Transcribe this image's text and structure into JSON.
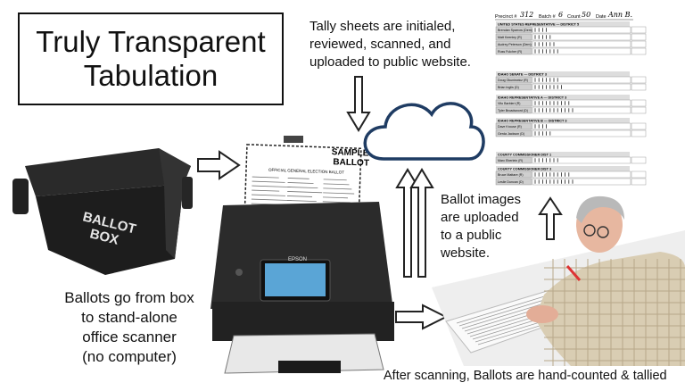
{
  "title": {
    "line1": "Truly Transparent",
    "line2": "Tabulation"
  },
  "captions": {
    "tally_line1": "Tally sheets are initialed,",
    "tally_line2": "reviewed, scanned, and",
    "tally_line3": "uploaded to public website.",
    "images_line1": "Ballot images",
    "images_line2": "are uploaded",
    "images_line3": "to a public",
    "images_line4": "website.",
    "box_line1": "Ballots go from box",
    "box_line2": "to stand-alone",
    "box_line3": "office scanner",
    "box_line4": "(no computer)",
    "hand_count": "After scanning, Ballots are hand-counted & tallied"
  },
  "ballot_box": {
    "line1": "BALLOT",
    "line2": "BOX"
  },
  "sample_ballot": {
    "line1": "SAMPLE",
    "line2": "BALLOT",
    "header": "OFFICIAL GENERAL ELECTION BALLOT"
  },
  "scanner": {
    "brand": "EPSON"
  },
  "tally_sheet": {
    "header_fields": {
      "precinct_label": "Precinct #",
      "precinct_value": "312",
      "batch_label": "Batch #",
      "batch_value": "6",
      "count_label": "Count",
      "count_value": "50",
      "date_label": "Date",
      "date_value": "Ann B."
    },
    "sections": [
      {
        "title": "UNITED STATES REPRESENTATIVE — DISTRICT 5",
        "rows": [
          "Brendan Sparrow (Dem)",
          "Matt Keenley (R)",
          "Audrey Peterson (Dem)",
          "Russ Fulcher (R)"
        ]
      },
      {
        "title": "IDAHO SENATE — DISTRICT 3",
        "rows": [
          "Doug Okuniewicz (R)",
          "Brian Inglis (D)"
        ]
      },
      {
        "title": "IDAHO REPRESENTATIVE A — DISTRICT 3",
        "rows": [
          "Vito Barbieri (R)",
          "Tyler Broadsword (D)"
        ]
      },
      {
        "title": "IDAHO REPRESENTATIVE B — DISTRICT 3",
        "rows": [
          "Dave Krouse (R)",
          "Gerda Jackson (D)"
        ]
      },
      {
        "title": "COUNTY COMMISSIONER DIST 1",
        "rows": [
          "Marc Eberlein (R)"
        ]
      },
      {
        "title": "COUNTY COMMISSIONER DIST 3",
        "rows": [
          "Bruce Mattare (R)",
          "Leslie Duncan (D)"
        ]
      }
    ]
  },
  "colors": {
    "text": "#111111",
    "ballot_box": "#1d1d1d",
    "scanner": "#2b2b2b",
    "cloud_stroke": "#1f3c63",
    "arrow_stroke": "#222222",
    "shirt": "#d9cdb3"
  }
}
